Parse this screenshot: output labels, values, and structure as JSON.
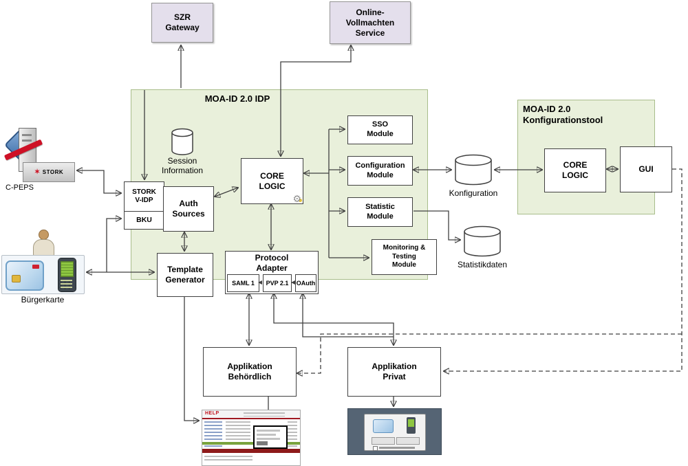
{
  "colors": {
    "panel_green": "#e9f0db",
    "panel_border": "#a8bd8a",
    "purple_fill": "#e4dfec",
    "box_border": "#404040",
    "arrow": "#3f3f3f",
    "help_red": "#8e1a1a",
    "help_green": "#79a33c",
    "mobile_bg": "#556474"
  },
  "panels": {
    "idp": {
      "title": "MOA-ID 2.0 IDP"
    },
    "konfigtool": {
      "title": "MOA-ID 2.0\nKonfigurationstool"
    }
  },
  "nodes": {
    "szr_gateway": {
      "label": "SZR\nGateway"
    },
    "online_vollmachten": {
      "label": "Online-\nVollmachten\nService"
    },
    "session_information": {
      "label": "Session\nInformation"
    },
    "stork_vidp": {
      "label": "STORK\nV-IDP"
    },
    "bku": {
      "label": "BKU"
    },
    "auth_sources": {
      "label": "Auth\nSources"
    },
    "core_logic": {
      "label": "CORE\nLOGIC"
    },
    "sso_module": {
      "label": "SSO\nModule"
    },
    "configuration_module": {
      "label": "Configuration\nModule"
    },
    "statistic_module": {
      "label": "Statistic\nModule"
    },
    "monitoring_module": {
      "label": "Monitoring &\nTesting\nModule"
    },
    "template_generator": {
      "label": "Template\nGenerator"
    },
    "protocol_adapter": {
      "label": "Protocol\nAdapter",
      "protocols": [
        "SAML 1",
        "PVP 2.1",
        "OAuth"
      ]
    },
    "konfiguration_db": {
      "label": "Konfiguration"
    },
    "statistikdaten_db": {
      "label": "Statistikdaten"
    },
    "tool_core_logic": {
      "label": "CORE\nLOGIC"
    },
    "gui": {
      "label": "GUI"
    },
    "c_peps": {
      "label": "C-PEPS",
      "badge": "STORK"
    },
    "buergerkarte": {
      "label": "Bürgerkarte"
    },
    "app_behoerdlich": {
      "label": "Applikation\nBehördlich"
    },
    "app_privat": {
      "label": "Applikation\nPrivat"
    }
  },
  "screens": {
    "help_site": {
      "logo": "HELP"
    }
  },
  "icons": {
    "gear": "⚙",
    "stork_star": "✶"
  }
}
